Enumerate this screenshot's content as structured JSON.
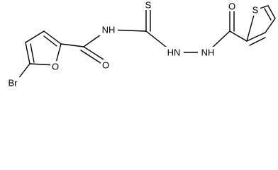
{
  "molecule": {
    "atoms": {
      "br": "Br",
      "o_furan": "O",
      "o_amide_left": "O",
      "nh_left": "NH",
      "s_thio": "S",
      "hn_middle": "HN",
      "nh_right": "NH",
      "o_amide_right": "O",
      "s_thiophene": "S"
    }
  }
}
